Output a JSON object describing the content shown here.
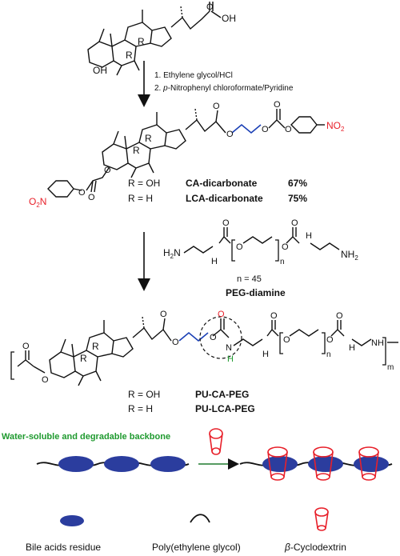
{
  "step1": {
    "line1": "1. Ethylene glycol/HCl",
    "line2_prefix": "2. ",
    "line2_italic": "p",
    "line2_rest": "-Nitrophenyl chloroformate/Pyridine"
  },
  "labels": {
    "oh": "OH",
    "r": "R",
    "no2": "NO",
    "no2_sub": "2",
    "o2n": "O",
    "o2n_sub": "2",
    "o2n_n": "N",
    "o": "O",
    "h2n": "H",
    "nh2": "NH",
    "n": "n",
    "m": "m",
    "h": "H",
    "nh": "N",
    "nh_h": "H"
  },
  "dicarbonate": {
    "rows": [
      {
        "r": "R = OH",
        "name": "CA-dicarbonate",
        "yield": "67%"
      },
      {
        "r": "R = H",
        "name": "LCA-dicarbonate",
        "yield": "75%"
      }
    ]
  },
  "peg": {
    "n_label": "n = 45",
    "name": "PEG-diamine"
  },
  "polymer": {
    "rows": [
      {
        "r": "R = OH",
        "name": "PU-CA-PEG"
      },
      {
        "r": "R = H",
        "name": "PU-LCA-PEG"
      }
    ]
  },
  "backbone_title": "Water-soluble and degradable backbone",
  "legend": {
    "bile": "Bile acids residue",
    "peg": "Poly(ethylene glycol)",
    "cd_italic": "β",
    "cd_rest": "-Cyclodextrin"
  },
  "colors": {
    "red": "#e8202a",
    "blue": "#1a3fb5",
    "green": "#1f9a2f",
    "ellipse": "#2b3d9e"
  }
}
